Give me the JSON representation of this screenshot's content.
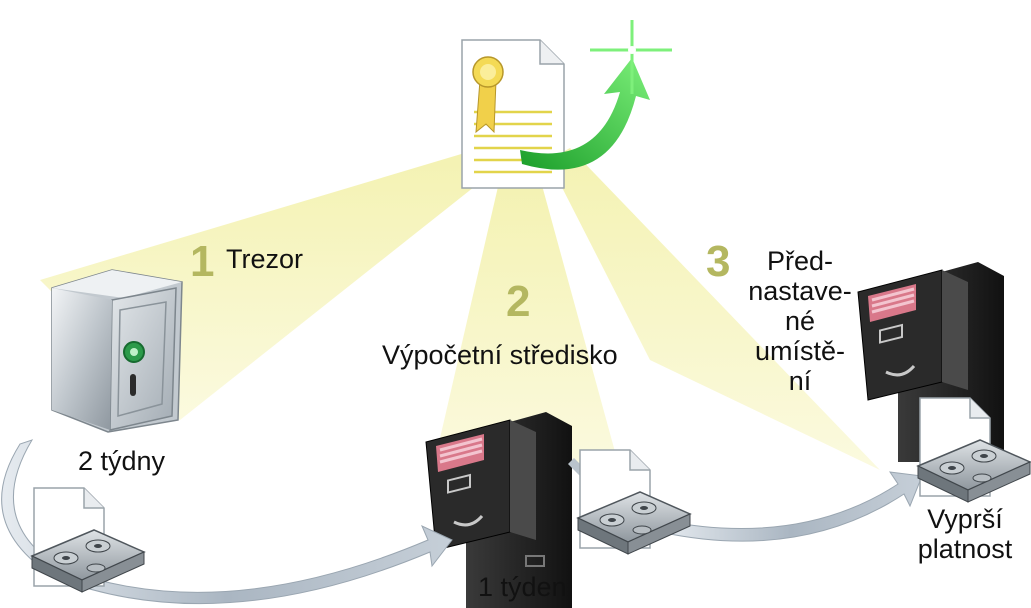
{
  "colors": {
    "beam": "#f7f5c0",
    "step_number": "#b4b760",
    "flow_arrow": "#c9d2dc",
    "certificate_arrow": "#33cc33",
    "cabinet": "#1e1e1e"
  },
  "steps": [
    {
      "number": "1",
      "label": "Trezor"
    },
    {
      "number": "2",
      "label": "Výpočetní středisko"
    },
    {
      "number": "3",
      "label": [
        "Před-",
        "nastave-",
        "né",
        "umístě-",
        "ní"
      ]
    }
  ],
  "durations": {
    "vault": "2 týdny",
    "datacenter": "1 týden",
    "expire": [
      "Vyprší",
      "platnost"
    ]
  },
  "icons": [
    "certificate-icon",
    "safe-icon",
    "file-cabinet-icon",
    "tape-cartridge-icon"
  ]
}
